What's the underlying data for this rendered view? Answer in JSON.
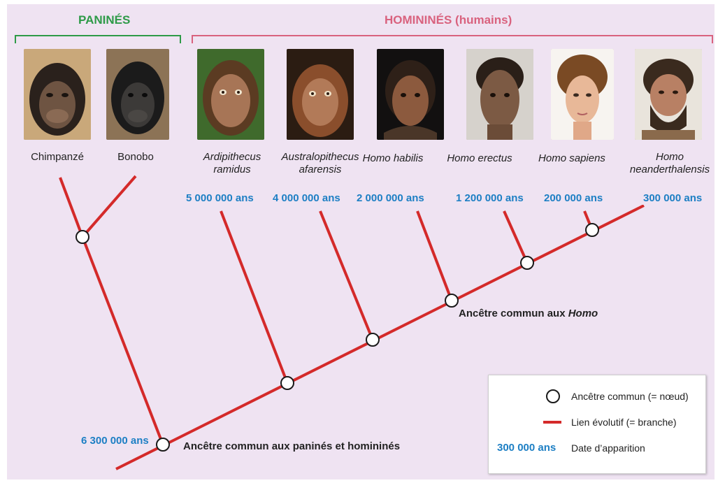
{
  "groups": {
    "panines": {
      "label": "PANINÉS",
      "color": "#2e9a48"
    },
    "hominines": {
      "label": "HOMININÉS (humains)",
      "color": "#d9627e"
    }
  },
  "species": [
    {
      "id": "chimpanze",
      "name": "Chimpanzé",
      "italic": false,
      "date": ""
    },
    {
      "id": "bonobo",
      "name": "Bonobo",
      "italic": false,
      "date": ""
    },
    {
      "id": "ardipithecus",
      "name": "Ardipithecus\nramidus",
      "italic": true,
      "date": "5 000 000 ans"
    },
    {
      "id": "australopithecus",
      "name": "Australopithecus\nafarensis",
      "italic": true,
      "date": "4 000 000 ans"
    },
    {
      "id": "habilis",
      "name": "Homo habilis",
      "italic": true,
      "date": "2 000 000 ans"
    },
    {
      "id": "erectus",
      "name": "Homo erectus",
      "italic": true,
      "date": "1 200 000 ans"
    },
    {
      "id": "sapiens",
      "name": "Homo sapiens",
      "italic": true,
      "date": "200 000 ans"
    },
    {
      "id": "neanderthalensis",
      "name": "Homo\nneanderthalensis",
      "italic": true,
      "date": "300 000 ans"
    }
  ],
  "root_date": "6 300 000 ans",
  "annotations": {
    "homo_ancestor_prefix": "Ancêtre commun aux ",
    "homo_ancestor_italic": "Homo",
    "root_ancestor": "Ancêtre commun aux paninés et homininés"
  },
  "legend": {
    "node_label": "Ancêtre commun (= nœud)",
    "branch_label": "Lien évolutif (= branche)",
    "date_sample": "300 000 ans",
    "date_label": "Date d’apparition"
  },
  "colors": {
    "branch": "#d42a2a",
    "date": "#1d7fc4",
    "background": "#efe3f2"
  }
}
